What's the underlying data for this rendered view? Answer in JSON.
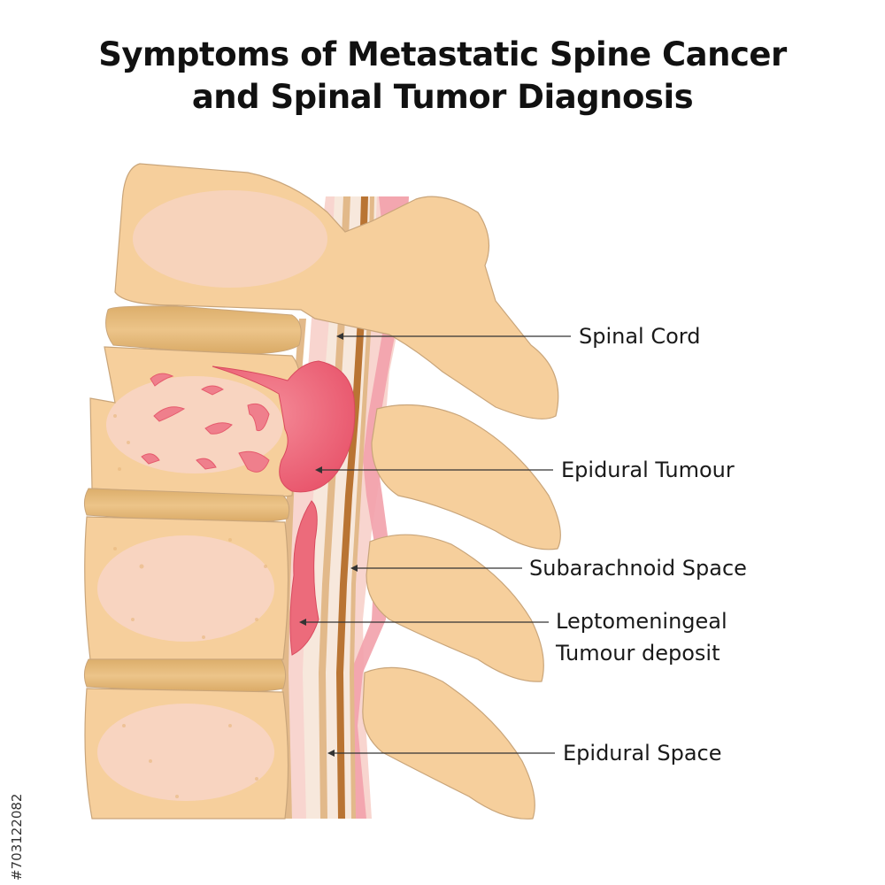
{
  "title": {
    "line1": "Symptoms of Metastatic Spine Cancer",
    "line2": "and Spinal Tumor Diagnosis"
  },
  "labels": {
    "spinal_cord": "Spinal Cord",
    "epidural_tumour": "Epidural Tumour",
    "subarachnoid_space": "Subarachnoid Space",
    "leptomeningeal_line1": "Leptomeningeal",
    "leptomeningeal_line2": "Tumour deposit",
    "epidural_space": "Epidural Space"
  },
  "watermark_id": "703122082",
  "colors": {
    "bone": "#f6cf9c",
    "bone_edge": "#c9a57a",
    "bone_pink": "#f9d6d0",
    "disc": "#e6b979",
    "disc_dark": "#d4a35e",
    "tumour": "#ef6577",
    "tumour_light": "#f7a3ad",
    "meninges": "#f2a5ae",
    "cord_brown": "#b97433",
    "cord_tan": "#e2b98a",
    "csf_pink": "#f8d2cc",
    "leader": "#333333"
  }
}
